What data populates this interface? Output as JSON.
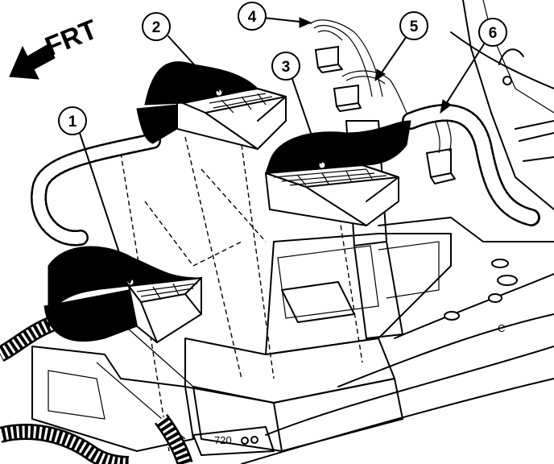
{
  "orientation": {
    "label": "FRT",
    "icon": "arrow-front-icon"
  },
  "callouts": [
    {
      "number": "1"
    },
    {
      "number": "2"
    },
    {
      "number": "3"
    },
    {
      "number": "4"
    },
    {
      "number": "5"
    },
    {
      "number": "6"
    }
  ],
  "stamp": {
    "text": "C"
  },
  "part_mark": {
    "text": "720"
  }
}
